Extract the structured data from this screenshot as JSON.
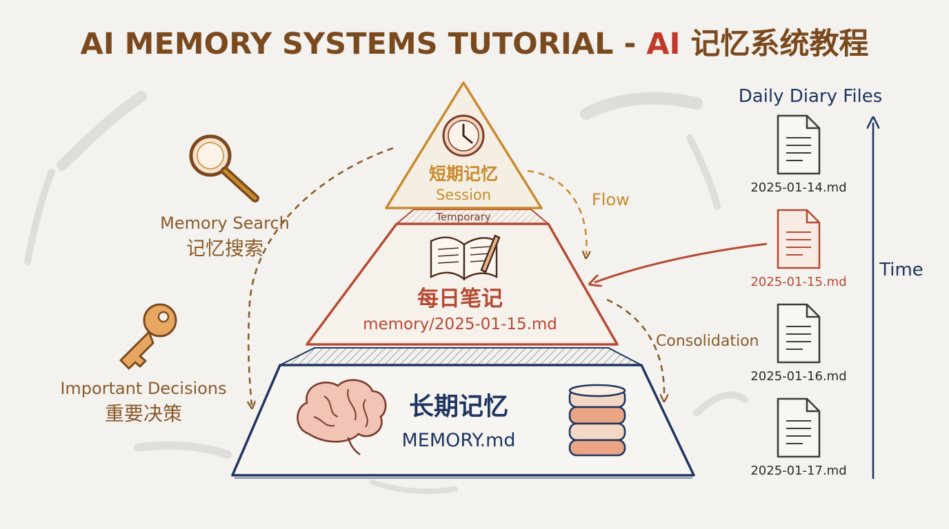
{
  "title": {
    "en": "AI MEMORY SYSTEMS TUTORIAL - ",
    "ai": "AI",
    "zh": " 记忆系统教程"
  },
  "colors": {
    "title_brown": "#7a4a1e",
    "title_red": "#c0392b",
    "short_term": "#c98a2e",
    "daily": "#b54a32",
    "long_term": "#1f3560",
    "side_brown": "#8a5a2b",
    "timeline": "#1f3560"
  },
  "pyramid": {
    "short_term": {
      "zh": "短期记忆",
      "en": "Session",
      "icon": "clock-icon"
    },
    "temporary": "Temporary",
    "daily": {
      "zh": "每日笔记",
      "en": "memory/2025-01-15.md",
      "icon": "open-notebook-icon"
    },
    "long_term": {
      "zh": "长期记忆",
      "en": "MEMORY.md",
      "icons": [
        "brain-icon",
        "database-icon"
      ]
    }
  },
  "arrows": {
    "flow": "Flow",
    "consolidation": "Consolidation"
  },
  "left": {
    "search": {
      "en": "Memory Search",
      "zh": "记忆搜索",
      "icon": "magnifier-icon"
    },
    "decisions": {
      "en": "Important Decisions",
      "zh": "重要决策",
      "icon": "key-icon"
    }
  },
  "diary": {
    "title": "Daily Diary Files",
    "time_label": "Time",
    "files": [
      {
        "name": "2025-01-14.md",
        "highlight": false
      },
      {
        "name": "2025-01-15.md",
        "highlight": true
      },
      {
        "name": "2025-01-16.md",
        "highlight": false
      },
      {
        "name": "2025-01-17.md",
        "highlight": false
      }
    ]
  }
}
